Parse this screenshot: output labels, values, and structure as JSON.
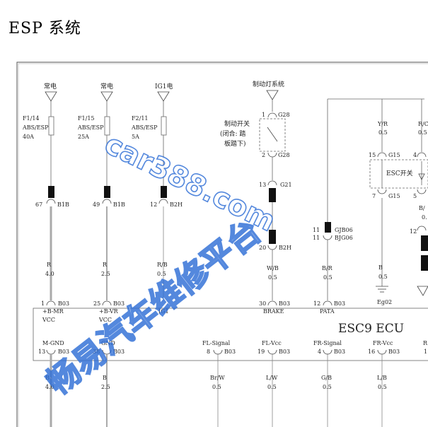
{
  "page_title": "ESP 系统",
  "supplies": [
    {
      "name": "常电",
      "fuse": "F1/14",
      "fuse_sys": "ABS/ESP",
      "fuse_amp": "40A",
      "conn_pin": "67",
      "conn": "B1B",
      "wire_color": "R",
      "wire_size": "4.0",
      "ecu_pin": "1",
      "ecu_conn": "B03",
      "ecu_label": "+B-MR",
      "ecu_label2": "VCC"
    },
    {
      "name": "常电",
      "fuse": "F1/15",
      "fuse_sys": "ABS/ESP",
      "fuse_amp": "25A",
      "conn_pin": "49",
      "conn": "B1B",
      "wire_color": "R",
      "wire_size": "2.5",
      "ecu_pin": "25",
      "ecu_conn": "B03",
      "ecu_label": "+B-VR",
      "ecu_label2": "VCC"
    },
    {
      "name": "IG1电",
      "fuse": "F2/11",
      "fuse_sys": "ABS/ESP",
      "fuse_amp": "5A",
      "conn_pin": "12",
      "conn": "B2H",
      "wire_color": "R/B",
      "wire_size": "0.5",
      "ecu_pin": "",
      "ecu_conn": "",
      "ecu_label": "IG1",
      "ecu_label2": ""
    }
  ],
  "brake": {
    "system": "制动灯系统",
    "switch_label_1": "制动开关",
    "switch_label_2": "(闭合: 踏",
    "switch_label_3": "板踏下)",
    "pin_top": "1",
    "conn_top": "G28",
    "pin_bottom": "2",
    "conn_bottom": "G28",
    "pin_g21": "13",
    "conn_g21": "G21",
    "pin_b2h": "20",
    "conn_b2h": "B2H",
    "wire_color": "W/B",
    "wire_size": "0.5",
    "ecu_pin": "30",
    "ecu_conn": "B03",
    "ecu_label": "BRAKE"
  },
  "pata": {
    "pin1": "11",
    "conn1": "GJB06",
    "pin2": "11",
    "conn2": "BJG06",
    "wire_color": "B/R",
    "wire_size": "0.5",
    "ecu_pin": "12",
    "ecu_conn": "B03",
    "ecu_label": "PATA"
  },
  "esc_switch": {
    "label": "ESC开关",
    "wire_top_color": "Y/R",
    "wire_top_size": "0.5",
    "pin_top": "15",
    "conn_top": "G15",
    "pin_bottom": "7",
    "conn_bottom": "G15",
    "pin_right_top": "4",
    "pin_right_bottom": "5",
    "wire_bottom_color": "B",
    "wire_bottom_size": "0.5",
    "ground": "Eg02"
  },
  "right_edge": {
    "wire_top": "R/C",
    "wire_top_size": "0.5",
    "wire_mid": "B/",
    "wire_mid_size": "0.",
    "pin": "12"
  },
  "ecu": {
    "name": "ESC9 ECU",
    "bottom_pins": [
      {
        "label": "M-GND",
        "pin": "13",
        "conn": "B03",
        "wire_color": "B",
        "wire_size": "4.0"
      },
      {
        "label": "GND",
        "pin": "38",
        "conn": "B03",
        "wire_color": "B",
        "wire_size": "2.5"
      },
      {
        "label": "FL-Signal",
        "pin": "8",
        "conn": "B03",
        "wire_color": "Br/W",
        "wire_size": "0.5"
      },
      {
        "label": "FL-Vcc",
        "pin": "19",
        "conn": "B03",
        "wire_color": "L/W",
        "wire_size": "0.5"
      },
      {
        "label": "FR-Signal",
        "pin": "4",
        "conn": "B03",
        "wire_color": "G/B",
        "wire_size": "0.5"
      },
      {
        "label": "FR-Vcc",
        "pin": "16",
        "conn": "B03",
        "wire_color": "L/B",
        "wire_size": "0.5"
      },
      {
        "label": "R",
        "pin": "1",
        "conn": "",
        "wire_color": "",
        "wire_size": ""
      }
    ]
  },
  "watermark": {
    "site": "car388.com",
    "platform": "畅易汽车维修平台",
    "color": "#2f6fd6"
  }
}
